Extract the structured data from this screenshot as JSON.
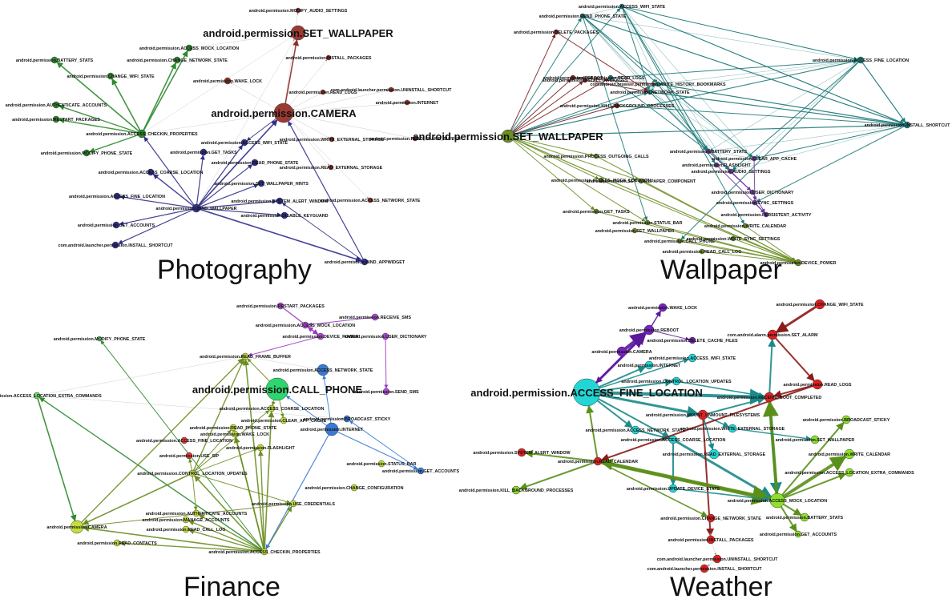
{
  "panels": [
    {
      "id": "photography",
      "title": "Photography",
      "nodes": [
        {
          "label": "android.permission.MODIFY_AUDIO_SETTINGS",
          "color": "#8b2e2a"
        },
        {
          "label": "android.permission.ACCESS_MOCK_LOCATION",
          "color": "#2e8b2e"
        },
        {
          "label": "android.permission.SET_WALLPAPER",
          "color": "#9b3a32",
          "big": true
        },
        {
          "label": "android.permission.BATTERY_STATS",
          "color": "#2e8b2e"
        },
        {
          "label": "android.permission.CHANGE_NETWORK_STATE",
          "color": "#2e8b2e"
        },
        {
          "label": "android.permission.INSTALL_PACKAGES",
          "color": "#8b2e2a"
        },
        {
          "label": "android.permission.CHANGE_WIFI_STATE",
          "color": "#2e8b2e"
        },
        {
          "label": "android.permission.WAKE_LOCK",
          "color": "#8b2e2a"
        },
        {
          "label": "android.permission.READ_LOGS",
          "color": "#8b2e2a"
        },
        {
          "label": "com.android.launcher.permission.UNINSTALL_SHORTCUT",
          "color": "#8b2e2a"
        },
        {
          "label": "android.permission.AUTHENTICATE_ACCOUNTS",
          "color": "#2e8b2e"
        },
        {
          "label": "android.permission.INTERNET",
          "color": "#8b2e2a"
        },
        {
          "label": "android.permission.RESTART_PACKAGES",
          "color": "#2e8b2e"
        },
        {
          "label": "android.permission.CAMERA",
          "color": "#9b3a32",
          "big": true
        },
        {
          "label": "android.permission.ACCESS_CHECKIN_PROPERTIES",
          "color": "#2e8b2e"
        },
        {
          "label": "android.permission.MODIFY_PHONE_STATE",
          "color": "#2e8b2e"
        },
        {
          "label": "android.permission.GET_TASKS",
          "color": "#2e2e8b"
        },
        {
          "label": "android.permission.ACCESS_WIFI_STATE",
          "color": "#2e2e8b"
        },
        {
          "label": "android.permission.WRITE_EXTERNAL_STORAGE",
          "color": "#8b2e2a"
        },
        {
          "label": "android.permission.READ_FRAME_BUFFER",
          "color": "#8b2e2a"
        },
        {
          "label": "android.permission.READ_PHONE_STATE",
          "color": "#2e2e8b"
        },
        {
          "label": "android.permission.ACCESS_COARSE_LOCATION",
          "color": "#2e2e8b"
        },
        {
          "label": "android.permission.READ_EXTERNAL_STORAGE",
          "color": "#8b2e2a"
        },
        {
          "label": "android.permission.SET_WALLPAPER_HINTS",
          "color": "#2e2e8b"
        },
        {
          "label": "android.permission.ACCESS_FINE_LOCATION",
          "color": "#2e2e8b"
        },
        {
          "label": "android.permission.SYSTEM_ALERT_WINDOW",
          "color": "#2e2e8b"
        },
        {
          "label": "android.permission.ACCESS_NETWORK_STATE",
          "color": "#8b2e2a"
        },
        {
          "label": "android.permission.BIND_WALLPAPER",
          "color": "#2e2e8b"
        },
        {
          "label": "android.permission.DISABLE_KEYGUARD",
          "color": "#2e2e8b"
        },
        {
          "label": "android.permission.GET_ACCOUNTS",
          "color": "#2e2e8b"
        },
        {
          "label": "com.android.launcher.permission.INSTALL_SHORTCUT",
          "color": "#2e2e8b"
        },
        {
          "label": "android.permission.BIND_APPWIDGET",
          "color": "#2e2e8b"
        }
      ]
    },
    {
      "id": "wallpaper",
      "title": "Wallpaper",
      "nodes": [
        {
          "label": "android.permission.ACCESS_WIFI_STATE",
          "color": "#1f7a7a"
        },
        {
          "label": "android.permission.READ_PHONE_STATE",
          "color": "#1f7a7a"
        },
        {
          "label": "android.permission.DELETE_PACKAGES",
          "color": "#7a2222"
        },
        {
          "label": "android.permission.ACCESS_FINE_LOCATION",
          "color": "#1f7a7a"
        },
        {
          "label": "android.permission.READ_LOGS",
          "color": "#1f7a7a"
        },
        {
          "label": "com.android.browser.permission.WRITE_HISTORY_BOOKMARKS",
          "color": "#1f7a7a"
        },
        {
          "label": "android.permission.REBOOT",
          "color": "#7a2222"
        },
        {
          "label": "android.permission.INSTALL_PACKAGES",
          "color": "#7a2222"
        },
        {
          "label": "android.permission.NETWORK_STATE",
          "color": "#1f7a7a"
        },
        {
          "label": "android.permission.KILL_BACKGROUND_PROCESSES",
          "color": "#7a2222"
        },
        {
          "label": "android.permission.INSTALL_SHORTCUT",
          "color": "#1f7a7a"
        },
        {
          "label": "android.permission.SET_WALLPAPER",
          "color": "#6b8e23",
          "big": true
        },
        {
          "label": "android.permission.PROCESS_OUTGOING_CALLS",
          "color": "#6b8e23"
        },
        {
          "label": "android.permission.BATTERY_STATS",
          "color": "#6b3a9b"
        },
        {
          "label": "android.permission.CLEAR_APP_CACHE",
          "color": "#6b3a9b"
        },
        {
          "label": "android.permission.FLASHLIGHT",
          "color": "#6b3a9b"
        },
        {
          "label": "android.permission.ACCESS_MOCK_LOCATION",
          "color": "#6b8e23"
        },
        {
          "label": "android.permission.SET_WALLPAPER_COMPONENT",
          "color": "#6b8e23"
        },
        {
          "label": "android.permission.AUDIO_SETTINGS",
          "color": "#6b3a9b"
        },
        {
          "label": "android.permission.USER_DICTIONARY",
          "color": "#6b3a9b"
        },
        {
          "label": "android.permission.GET_TASKS",
          "color": "#6b8e23"
        },
        {
          "label": "android.permission.SYNC_SETTINGS",
          "color": "#6b3a9b"
        },
        {
          "label": "android.permission.PERSISTENT_ACTIVITY",
          "color": "#6b3a9b"
        },
        {
          "label": "android.permission.WRITE_CALENDAR",
          "color": "#6b8e23"
        },
        {
          "label": "android.permission.STATUS_BAR",
          "color": "#6b8e23"
        },
        {
          "label": "android.permission.SET_WALLPAPER",
          "color": "#6b8e23"
        },
        {
          "label": "android.permission.WRITE_SYNC_SETTINGS",
          "color": "#6b8e23"
        },
        {
          "label": "android.permission.CALL_PHONE",
          "color": "#6b8e23"
        },
        {
          "label": "android.permission.READ_CALL_LOG",
          "color": "#6b8e23"
        },
        {
          "label": "android.permission.DEVICE_POWER",
          "color": "#6b8e23"
        }
      ]
    },
    {
      "id": "finance",
      "title": "Finance",
      "nodes": [
        {
          "label": "android.permission.RESTART_PACKAGES",
          "color": "#b04ad6"
        },
        {
          "label": "android.permission.RECEIVE_SMS",
          "color": "#b04ad6"
        },
        {
          "label": "android.permission.ACCESS_MOCK_LOCATION",
          "color": "#b04ad6"
        },
        {
          "label": "android.permission.MODIFY_PHONE_STATE",
          "color": "#6fdc6f"
        },
        {
          "label": "android.permission.DEVICE_POWER",
          "color": "#b04ad6"
        },
        {
          "label": "android.permission.USER_DICTIONARY",
          "color": "#b04ad6"
        },
        {
          "label": "android.permission.READ_FRAME_BUFFER",
          "color": "#c6de3a"
        },
        {
          "label": "android.permission.ACCESS_NETWORK_STATE",
          "color": "#3a7ad6"
        },
        {
          "label": "android.permission.CALL_PHONE",
          "color": "#2ed66f",
          "big": true
        },
        {
          "label": "android.permission.ACCESS_LOCATION_EXTRA_COMMANDS",
          "color": "#6fdc6f"
        },
        {
          "label": "android.permission.SEND_SMS",
          "color": "#b04ad6"
        },
        {
          "label": "android.permission.ACCESS_COARSE_LOCATION",
          "color": "#c6de3a"
        },
        {
          "label": "android.permission.CLEAR_APP_CACHE",
          "color": "#c6de3a"
        },
        {
          "label": "android.permission.READ_PHONE_STATE",
          "color": "#c6de3a"
        },
        {
          "label": "android.permission.BROADCAST_STICKY",
          "color": "#3a7ad6"
        },
        {
          "label": "android.permission.INTERNET",
          "color": "#3a7ad6"
        },
        {
          "label": "android.permission.WAKE_LOCK",
          "color": "#c6de3a"
        },
        {
          "label": "android.permission.ACCESS_FINE_LOCATION",
          "color": "#e03a3a"
        },
        {
          "label": "android.permission.FLASHLIGHT",
          "color": "#c6de3a"
        },
        {
          "label": "android.permission.USE_SIP",
          "color": "#e03a3a"
        },
        {
          "label": "android.permission.STATUS_BAR",
          "color": "#c6de3a"
        },
        {
          "label": "android.permission.CONTROL_LOCATION_UPDATES",
          "color": "#c6de3a"
        },
        {
          "label": "android.permission.GET_ACCOUNTS",
          "color": "#3a7ad6"
        },
        {
          "label": "android.permission.CHANGE_CONFIGURATION",
          "color": "#c6de3a"
        },
        {
          "label": "android.permission.USE_CREDENTIALS",
          "color": "#c6de3a"
        },
        {
          "label": "android.permission.AUTHENTICATE_ACCOUNTS",
          "color": "#c6de3a"
        },
        {
          "label": "android.permission.MANAGE_ACCOUNTS",
          "color": "#c6de3a"
        },
        {
          "label": "android.permission.CAMERA",
          "color": "#c6de3a"
        },
        {
          "label": "android.permission.READ_CALL_LOG",
          "color": "#c6de3a"
        },
        {
          "label": "android.permission.READ_CONTACTS",
          "color": "#c6de3a"
        },
        {
          "label": "android.permission.ACCESS_CHECKIN_PROPERTIES",
          "color": "#c6de3a"
        }
      ]
    },
    {
      "id": "weather",
      "title": "Weather",
      "nodes": [
        {
          "label": "android.permission.WAKE_LOCK",
          "color": "#7a22c2"
        },
        {
          "label": "android.permission.CHANGE_WIFI_STATE",
          "color": "#e02020"
        },
        {
          "label": "android.permission.REBOOT",
          "color": "#7a22c2"
        },
        {
          "label": "com.android.alarm.permission.SET_ALARM",
          "color": "#e02020"
        },
        {
          "label": "android.permission.DELETE_CACHE_FILES",
          "color": "#7a22c2"
        },
        {
          "label": "android.permission.CAMERA",
          "color": "#7a22c2"
        },
        {
          "label": "android.permission.ACCESS_WIFI_STATE",
          "color": "#22d6d6"
        },
        {
          "label": "android.permission.INTERNET",
          "color": "#22d6d6"
        },
        {
          "label": "android.permission.READ_LOGS",
          "color": "#e02020"
        },
        {
          "label": "android.permission.CONTROL_LOCATION_UPDATES",
          "color": "#22d6d6"
        },
        {
          "label": "android.permission.ACCESS_FINE_LOCATION",
          "color": "#22d6d6",
          "big": true
        },
        {
          "label": "android.permission.RECEIVE_BOOT_COMPLETED",
          "color": "#e02020"
        },
        {
          "label": "android.permission.MOUNT_UNMOUNT_FILESYSTEMS",
          "color": "#e02020"
        },
        {
          "label": "android.permission.BROADCAST_STICKY",
          "color": "#8ee02a"
        },
        {
          "label": "android.permission.ACCESS_NETWORK_STATE",
          "color": "#22d6d6"
        },
        {
          "label": "android.permission.WRITE_EXTERNAL_STORAGE",
          "color": "#22d6d6"
        },
        {
          "label": "android.permission.SET_WALLPAPER",
          "color": "#8ee02a"
        },
        {
          "label": "android.permission.ACCESS_COARSE_LOCATION",
          "color": "#22d6d6"
        },
        {
          "label": "android.permission.SYSTEM_ALERT_WINDOW",
          "color": "#e02020"
        },
        {
          "label": "android.permission.READ_EXTERNAL_STORAGE",
          "color": "#22d6d6"
        },
        {
          "label": "android.permission.WRITE_CALENDAR",
          "color": "#8ee02a"
        },
        {
          "label": "android.permission.READ_CALENDAR",
          "color": "#e02020"
        },
        {
          "label": "android.permission.ACCESS_LOCATION_EXTRA_COMMANDS",
          "color": "#8ee02a"
        },
        {
          "label": "android.permission.KILL_BACKGROUND_PROCESSES",
          "color": "#8ee02a"
        },
        {
          "label": "android.permission.UPDATE_DEVICE_STATS",
          "color": "#22d6d6"
        },
        {
          "label": "android.permission.ACCESS_MOCK_LOCATION",
          "color": "#8ee02a"
        },
        {
          "label": "android.permission.BATTERY_STATS",
          "color": "#8ee02a"
        },
        {
          "label": "android.permission.CHANGE_NETWORK_STATE",
          "color": "#e02020"
        },
        {
          "label": "android.permission.GET_ACCOUNTS",
          "color": "#8ee02a"
        },
        {
          "label": "android.permission.INSTALL_PACKAGES",
          "color": "#e02020"
        },
        {
          "label": "com.android.launcher.permission.UNINSTALL_SHORTCUT",
          "color": "#e02020"
        },
        {
          "label": "com.android.launcher.permission.INSTALL_SHORTCUT",
          "color": "#e02020"
        }
      ]
    }
  ]
}
